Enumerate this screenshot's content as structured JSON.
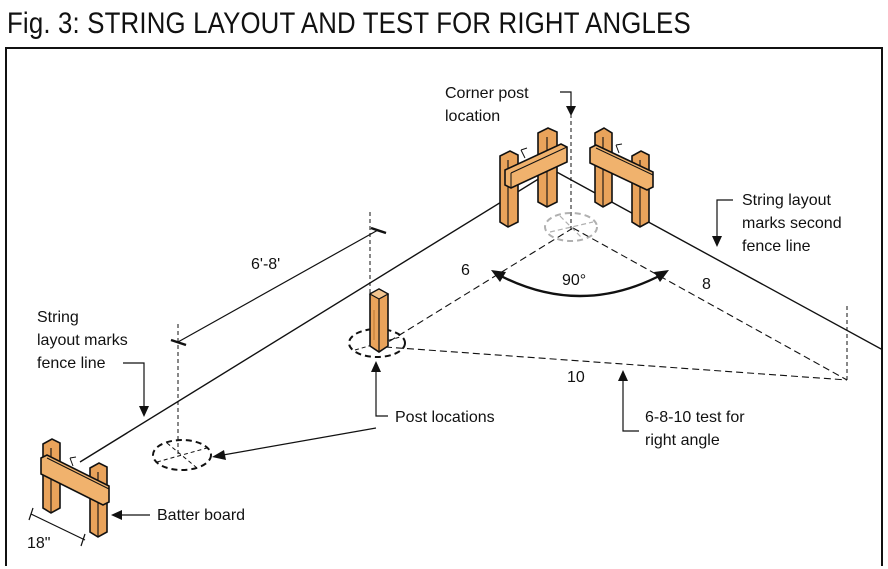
{
  "figure": {
    "title": "Fig. 3: STRING LAYOUT AND TEST FOR RIGHT ANGLES"
  },
  "labels": {
    "corner_post": [
      "Corner post",
      "location"
    ],
    "second_line": [
      "String layout",
      "marks second",
      "fence  line"
    ],
    "first_line": [
      "String",
      "layout marks",
      "fence line"
    ],
    "post_locations": "Post locations",
    "test": [
      "6-8-10 test for",
      "right angle"
    ],
    "batter_board": "Batter board",
    "spacing": "6'-8'",
    "width": "18\""
  },
  "measurements": {
    "side_a": "6",
    "side_b": "8",
    "hypotenuse": "10",
    "angle": "90°"
  },
  "colors": {
    "wood": "#e9a35b",
    "wood_dark": "#c47a35",
    "ink": "#111111",
    "ghost": "#b0b0b0"
  }
}
